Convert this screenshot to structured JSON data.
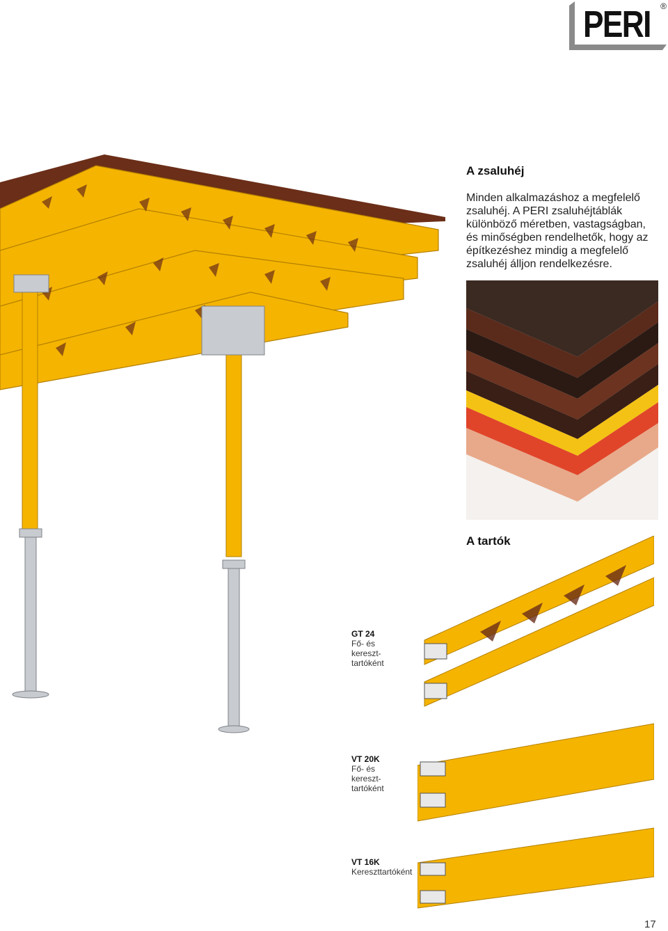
{
  "brand": {
    "logo_text": "PERI",
    "registered_mark": "®"
  },
  "section_formwork": {
    "title": "A zsaluhéj",
    "body_lines": [
      "Minden alkalmazáshoz a megfelelő",
      "zsaluhéj. A PERI zsaluhéjtáblák",
      "különböző méretben, vastagságban,",
      "és minőségben rendelhetők, hogy az",
      "építkezéshez mindig a megfelelő",
      "zsaluhéj álljon rendelkezésre."
    ]
  },
  "section_girders": {
    "title": "A tartók",
    "items": [
      {
        "name": "GT 24",
        "lines": [
          "Fő- és",
          "kereszt-",
          "tartóként"
        ]
      },
      {
        "name": "VT 20K",
        "lines": [
          "Fő- és",
          "kereszt-",
          "tartóként"
        ]
      },
      {
        "name": "VT 16K",
        "lines": [
          "Kereszttartóként"
        ]
      }
    ]
  },
  "page_number": "17",
  "colors": {
    "girder_yellow": "#f5b400",
    "girder_edge": "#b37f00",
    "plywood_brown": "#6b2e18",
    "steel_gray": "#c8cbcf"
  }
}
